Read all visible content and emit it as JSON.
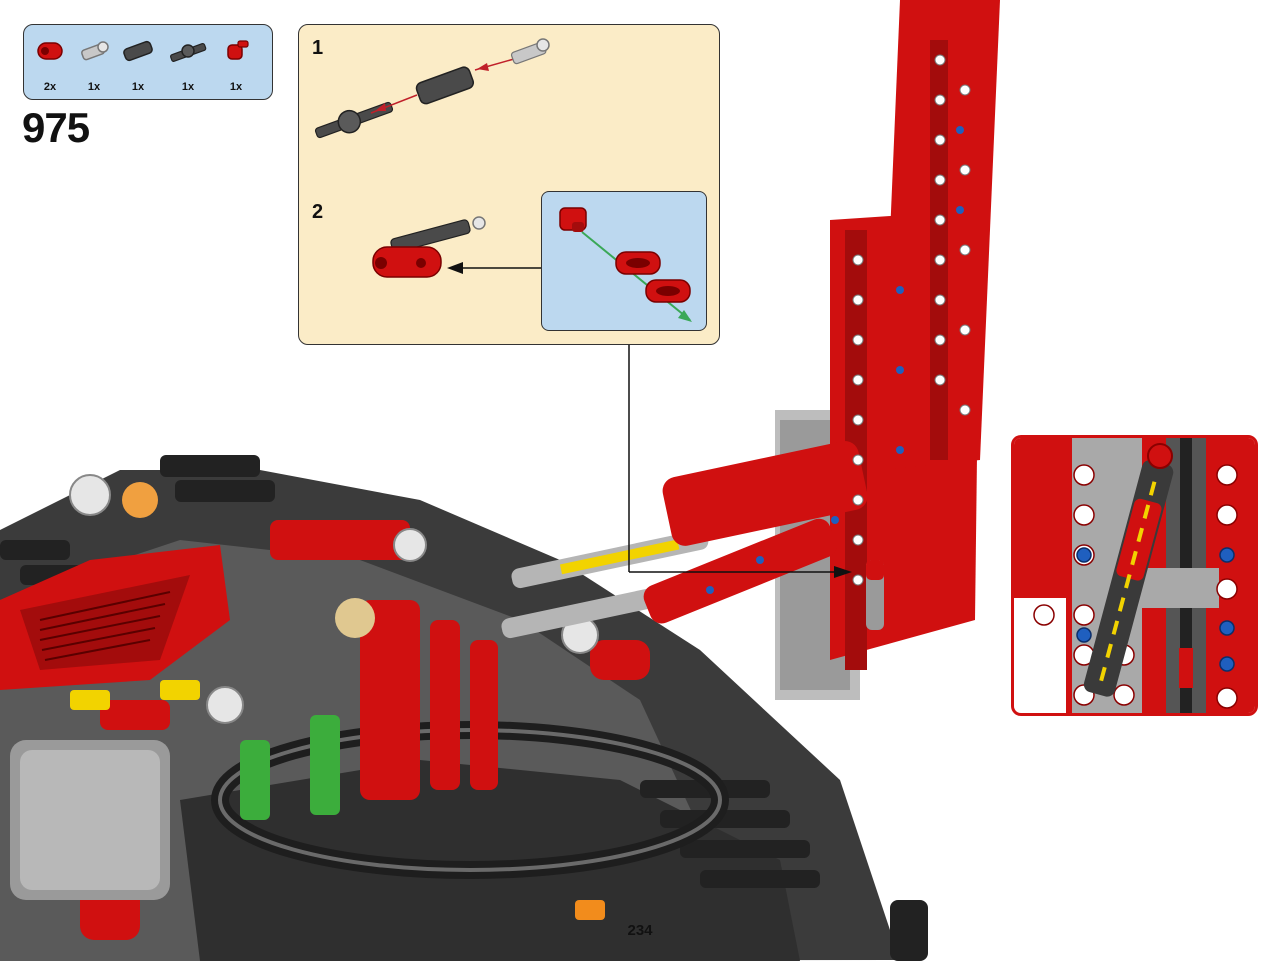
{
  "step": {
    "number": "975"
  },
  "parts_list": [
    {
      "qty": "2x",
      "icon": "red-connector-icon",
      "color": "#d01010"
    },
    {
      "qty": "1x",
      "icon": "light-gray-axle-icon",
      "color": "#c8c8c8"
    },
    {
      "qty": "1x",
      "icon": "dark-gray-axle-connector-icon",
      "color": "#4a4a4a"
    },
    {
      "qty": "1x",
      "icon": "dark-gray-axle-joiner-icon",
      "color": "#4a4a4a"
    },
    {
      "qty": "1x",
      "icon": "red-axle-pin-icon",
      "color": "#d01010"
    }
  ],
  "substeps": [
    {
      "label": "1"
    },
    {
      "label": "2"
    }
  ],
  "page": {
    "number": "234"
  },
  "colors": {
    "technic_red": "#d01010",
    "dark_gray": "#4a4a4a",
    "light_gray": "#c8c8c8",
    "instruction_arrow": "#c0202a",
    "callout_arrow": "#3aa857",
    "parts_bg": "#bcd8ef",
    "substep_bg": "#fbecc7"
  }
}
